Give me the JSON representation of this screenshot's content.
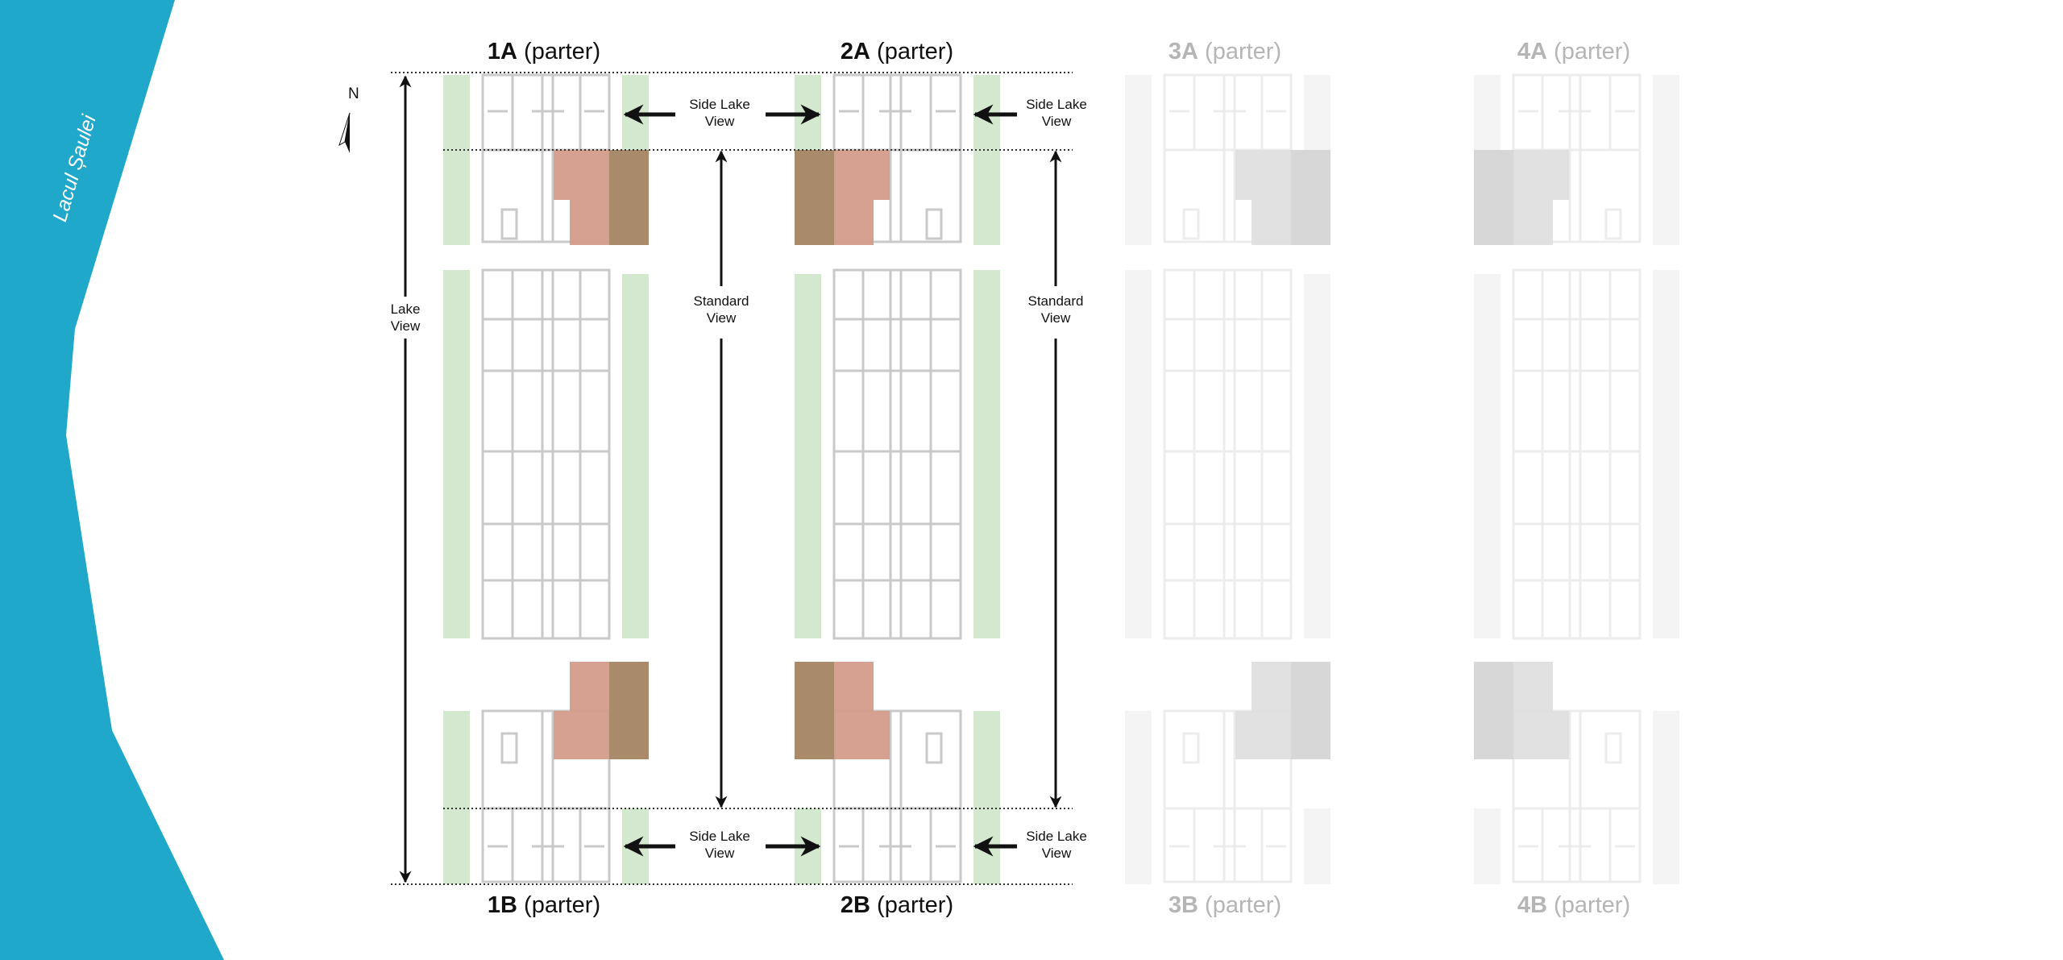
{
  "lake": {
    "name": "Lacul Șaulei",
    "color": "#1fa8c9"
  },
  "compass": {
    "label": "N"
  },
  "buildings": [
    {
      "top": {
        "code": "1A",
        "floor": "(parter)"
      },
      "bottom": {
        "code": "1B",
        "floor": "(parter)"
      },
      "active": true
    },
    {
      "top": {
        "code": "2A",
        "floor": "(parter)"
      },
      "bottom": {
        "code": "2B",
        "floor": "(parter)"
      },
      "active": true
    },
    {
      "top": {
        "code": "3A",
        "floor": "(parter)"
      },
      "bottom": {
        "code": "3B",
        "floor": "(parter)"
      },
      "active": false
    },
    {
      "top": {
        "code": "4A",
        "floor": "(parter)"
      },
      "bottom": {
        "code": "4B",
        "floor": "(parter)"
      },
      "active": false
    }
  ],
  "views": {
    "lake_view": {
      "line1": "Lake",
      "line2": "View"
    },
    "standard_view": {
      "line1": "Standard",
      "line2": "View"
    },
    "side_lake_view": {
      "line1": "Side Lake",
      "line2": "View"
    }
  },
  "colors": {
    "highlight": "#d49c8a",
    "highlight_dark": "#a98a6a",
    "green": "#d3e8cf"
  }
}
